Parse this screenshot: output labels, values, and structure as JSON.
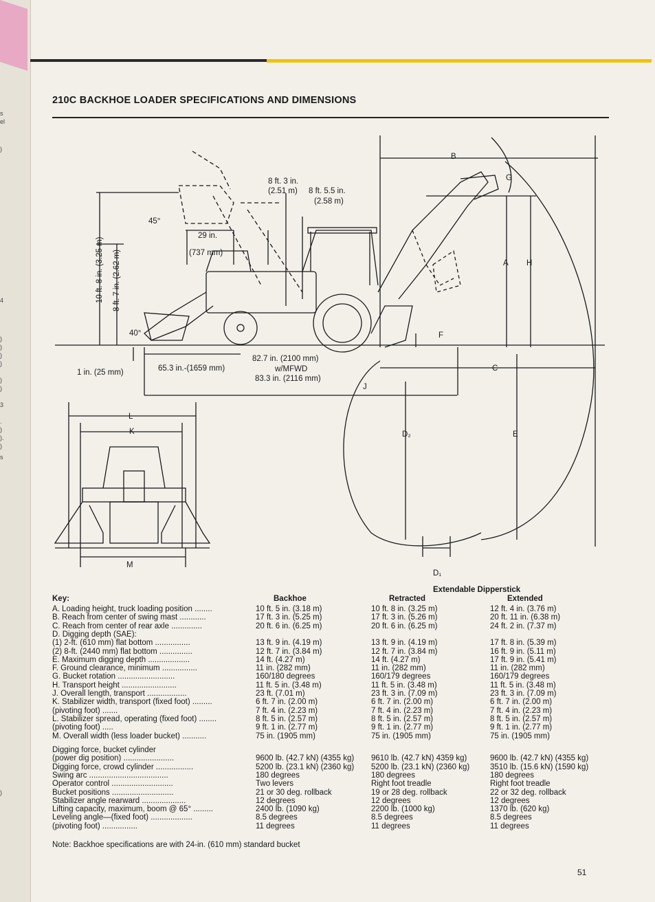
{
  "page": {
    "title": "210C BACKHOE LOADER SPECIFICATIONS AND DIMENSIONS",
    "page_number": "51",
    "note": "Note: Backhoe specifications are with 24-in. (610 mm) standard bucket",
    "margin_fragments": [
      "s",
      "el",
      ")",
      "4",
      ")",
      ")",
      ")",
      ")",
      ")",
      ")",
      "3",
      ".",
      ")",
      ").",
      ")",
      "s",
      ")"
    ]
  },
  "diagram": {
    "labels": {
      "dim_8ft3": "8 ft. 3 in.",
      "dim_251m": "(2.51 m)",
      "dim_8ft55": "8 ft. 5.5 in.",
      "dim_258m": "(2.58 m)",
      "angle_45": "45°",
      "dim_29in": "29 in.",
      "dim_737mm": "(737 mm)",
      "vert_10ft8": "10 ft. 8 in. (3.25 m)",
      "vert_8ft7": "8 ft. 7 in. (2.62 m)",
      "angle_40": "40°",
      "dim_1in": "1 in. (25 mm)",
      "dim_65_3": "65.3 in.-(1659 mm)",
      "dim_82_7": "82.7 in. (2100 mm)",
      "dim_mfwd": "w/MFWD",
      "dim_83_3": "83.3 in. (2116 mm)",
      "letter_B": "B",
      "letter_G": "G",
      "letter_A": "A",
      "letter_H": "H",
      "letter_F": "F",
      "letter_C": "C",
      "letter_J": "J",
      "letter_D2": "D₂",
      "letter_E": "E",
      "letter_L": "L",
      "letter_K": "K",
      "letter_M": "M",
      "letter_D1": "D₁"
    }
  },
  "specs": {
    "key_label": "Key:",
    "header_group": "Extendable Dipperstick",
    "col_backhoe": "Backhoe",
    "col_retracted": "Retracted",
    "col_extended": "Extended",
    "rows": [
      {
        "label": "A. Loading height, truck loading position ........",
        "backhoe": "10 ft. 5 in. (3.18 m)",
        "retracted": "10 ft. 8 in. (3.25 m)",
        "extended": "12 ft. 4 in. (3.76 m)"
      },
      {
        "label": "B. Reach from center of swing mast ............",
        "backhoe": "17 ft. 3 in. (5.25 m)",
        "retracted": "17 ft. 3 in. (5.26 m)",
        "extended": "20 ft. 11 in. (6.38 m)"
      },
      {
        "label": "C. Reach from center of rear axle ..............",
        "backhoe": "20 ft. 6 in. (6.25 m)",
        "retracted": "20 ft. 6 in. (6.25 m)",
        "extended": "24 ft. 2 in. (7.37 m)"
      },
      {
        "label": "D. Digging depth (SAE):",
        "backhoe": "",
        "retracted": "",
        "extended": ""
      },
      {
        "label": "    (1) 2-ft. (610 mm) flat bottom ................",
        "backhoe": "13 ft. 9 in. (4.19 m)",
        "retracted": "13 ft. 9 in. (4.19 m)",
        "extended": "17 ft. 8 in. (5.39 m)"
      },
      {
        "label": "    (2) 8-ft. (2440 mm) flat bottom ...............",
        "backhoe": "12 ft. 7 in. (3.84 m)",
        "retracted": "12 ft. 7 in. (3.84 m)",
        "extended": "16 ft. 9 in. (5.11 m)"
      },
      {
        "label": "E. Maximum digging depth ...................",
        "backhoe": "14 ft. (4.27 m)",
        "retracted": "14 ft. (4.27 m)",
        "extended": "17 ft. 9 in. (5.41 m)"
      },
      {
        "label": "F. Ground clearance, minimum ................",
        "backhoe": "11 in. (282 mm)",
        "retracted": "11 in. (282 mm)",
        "extended": "11 in. (282 mm)"
      },
      {
        "label": "G. Bucket rotation ..........................",
        "backhoe": "160/180 degrees",
        "retracted": "160/179 degrees",
        "extended": "160/179 degrees"
      },
      {
        "label": "H. Transport height .........................",
        "backhoe": "11 ft. 5 in. (3.48 m)",
        "retracted": "11 ft. 5 in. (3.48 m)",
        "extended": "11 ft. 5 in. (3.48 m)"
      },
      {
        "label": "J. Overall length, transport ..................",
        "backhoe": "23 ft. (7.01 m)",
        "retracted": "23 ft. 3 in. (7.09 m)",
        "extended": "23 ft. 3 in. (7.09 m)"
      },
      {
        "label": "K. Stabilizer width, transport (fixed foot) .........",
        "backhoe": "6 ft. 7 in. (2.00 m)",
        "retracted": "6 ft. 7 in. (2.00 m)",
        "extended": "6 ft. 7 in. (2.00 m)"
      },
      {
        "label": "                                   (pivoting foot) .......",
        "backhoe": "7 ft. 4 in. (2.23 m)",
        "retracted": "7 ft. 4 in. (2.23 m)",
        "extended": "7 ft. 4 in. (2.23 m)"
      },
      {
        "label": "L. Stabilizer spread, operating (fixed foot) ........",
        "backhoe": "8 ft. 5 in. (2.57 m)",
        "retracted": "8 ft. 5 in. (2.57 m)",
        "extended": "8 ft. 5 in. (2.57 m)"
      },
      {
        "label": "                                     (pivoting foot) .....",
        "backhoe": "9 ft. 1 in. (2.77 m)",
        "retracted": "9 ft. 1 in. (2.77 m)",
        "extended": "9 ft. 1 in. (2.77 m)"
      },
      {
        "label": "M. Overall width (less loader bucket) ...........",
        "backhoe": "75 in. (1905 mm)",
        "retracted": "75 in. (1905 mm)",
        "extended": "75 in. (1905 mm)"
      }
    ],
    "rows2": [
      {
        "label": "Digging force, bucket cylinder",
        "backhoe": "",
        "retracted": "",
        "extended": ""
      },
      {
        "label": "    (power dig position) .......................",
        "backhoe": "9600 lb. (42.7 kN) (4355 kg)",
        "retracted": "9610 lb. (42.7 kN) 4359 kg)",
        "extended": "9600 lb. (42.7 kN) (4355 kg)"
      },
      {
        "label": "Digging force, crowd cylinder .................",
        "backhoe": "5200 lb. (23.1 kN) (2360 kg)",
        "retracted": "5200 lb. (23.1 kN) (2360 kg)",
        "extended": "3510 lb. (15.6 kN) (1590 kg)"
      },
      {
        "label": "Swing arc ....................................",
        "backhoe": "180 degrees",
        "retracted": "180 degrees",
        "extended": "180 degrees"
      },
      {
        "label": "Operator control ............................",
        "backhoe": "Two levers",
        "retracted": "Right foot treadle",
        "extended": "Right foot treadle"
      },
      {
        "label": "Bucket positions ............................",
        "backhoe": "21 or 30 deg. rollback",
        "retracted": "19 or 28 deg. rollback",
        "extended": "22 or 32 deg. rollback"
      },
      {
        "label": "Stabilizer angle rearward ....................",
        "backhoe": "12 degrees",
        "retracted": "12 degrees",
        "extended": "12 degrees"
      },
      {
        "label": "Lifting capacity, maximum, boom @ 65° .........",
        "backhoe": "2400 lb. (1090 kg)",
        "retracted": "2200 lb. (1000 kg)",
        "extended": "1370 lb. (620 kg)"
      },
      {
        "label": "Leveling angle—(fixed foot) ...................",
        "backhoe": "8.5 degrees",
        "retracted": "8.5 degrees",
        "extended": "8.5 degrees"
      },
      {
        "label": "                          (pivoting foot) ................",
        "backhoe": "11 degrees",
        "retracted": "11 degrees",
        "extended": "11 degrees"
      }
    ]
  }
}
